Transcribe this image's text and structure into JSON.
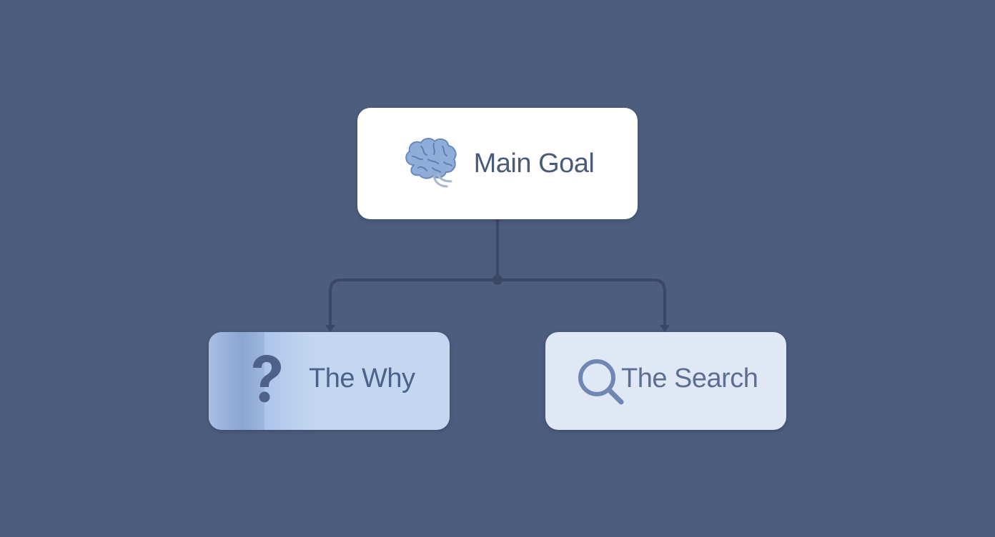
{
  "diagram": {
    "root": {
      "label": "Main Goal",
      "icon": "brain-icon"
    },
    "children": [
      {
        "label": "The Why",
        "icon": "question-mark-icon"
      },
      {
        "label": "The Search",
        "icon": "search-icon"
      }
    ]
  },
  "colors": {
    "background": "#4c5d7d",
    "connector": "#3a4866",
    "root_fill": "#ffffff",
    "why_fill": "#c4d7f0",
    "search_fill": "#e1e8f5",
    "brain": "#8fadd8",
    "question_mark": "#4d6189",
    "magnifier": "#6f87b2"
  }
}
